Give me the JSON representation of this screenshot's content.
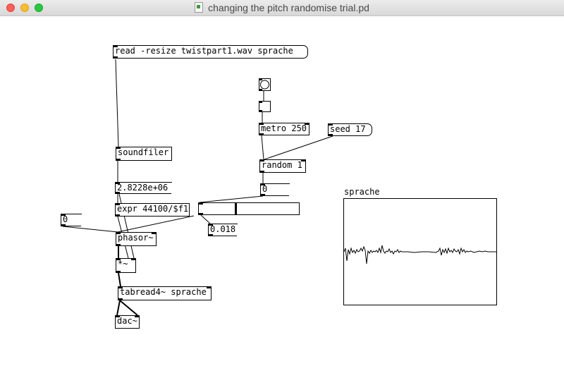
{
  "window": {
    "title": "changing the pitch randomise trial.pd"
  },
  "objects": {
    "read_msg": "read -resize twistpart1.wav sprache",
    "soundfiler": "soundfiler",
    "num_samples": "2.8228e+06",
    "expr": "expr 44100/$f1",
    "num_zero_left": "0",
    "phasor": "phasor~",
    "mult": "*~",
    "tabread": "tabread4~ sprache",
    "dac": "dac~",
    "metro": "metro 250",
    "seed_msg": "seed 17",
    "random": "random 1",
    "num_random": "0",
    "num_slider_out": "0.018"
  },
  "slider": {
    "value": 0.37
  },
  "graph": {
    "label": "sprache"
  }
}
